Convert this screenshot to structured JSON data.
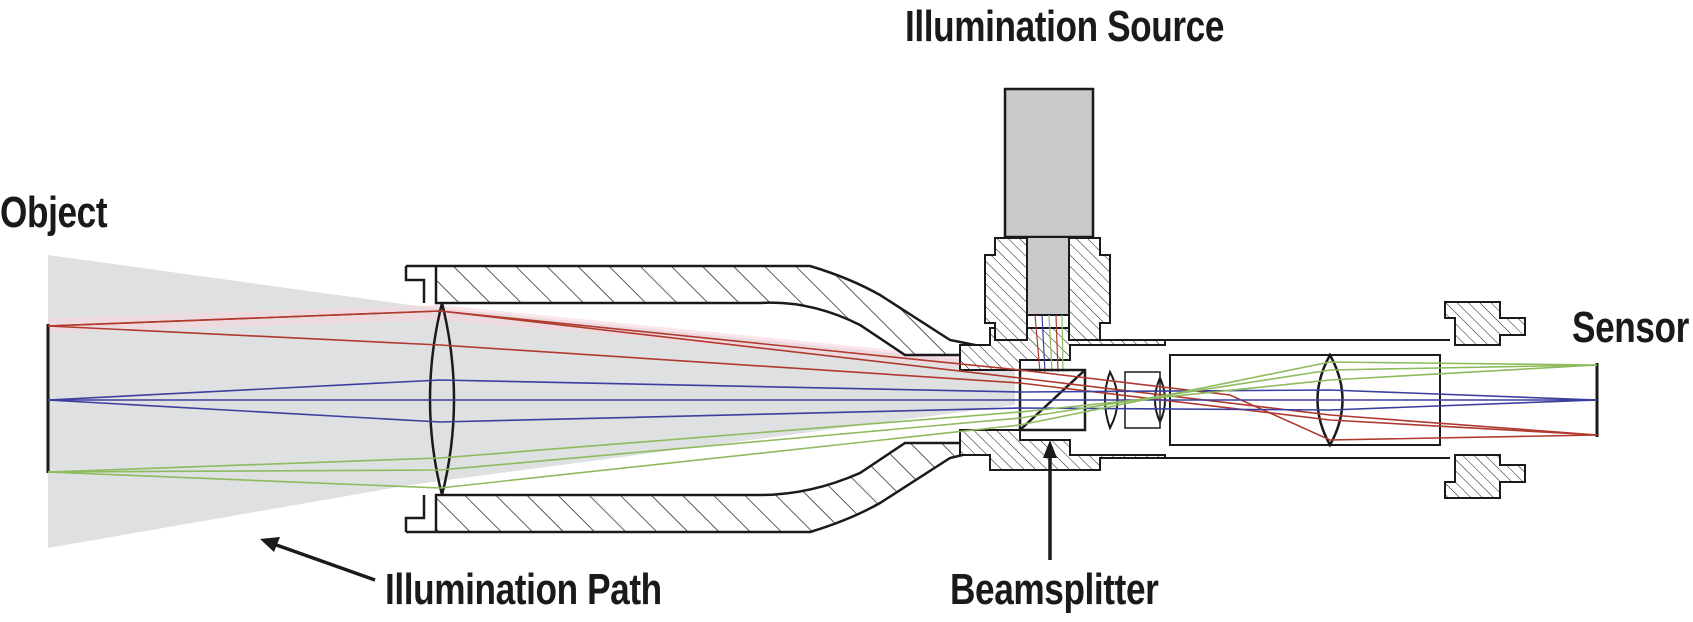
{
  "labels": {
    "illumination_source": "Illumination Source",
    "object": "Object",
    "sensor": "Sensor",
    "illumination_path": "Illumination Path",
    "beamsplitter": "Beamsplitter"
  },
  "colors": {
    "red_ray": "#b03a2e",
    "blue_ray": "#3c3f9e",
    "green_ray": "#8dbb5e",
    "illumination_fill": "#dcdee0",
    "source_fill": "#c8c9cb",
    "outline": "#1a1a1a"
  },
  "legend": {
    "ray_groups": [
      "red",
      "blue",
      "green"
    ]
  }
}
